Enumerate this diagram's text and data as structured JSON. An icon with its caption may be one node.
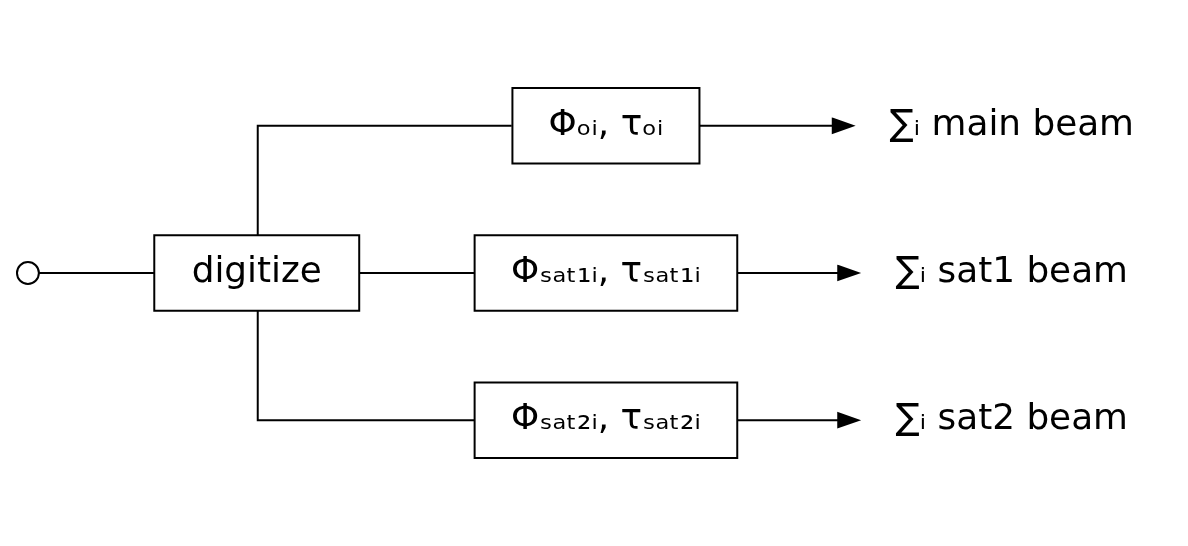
{
  "diagram": {
    "nodes": [
      {
        "text": [],
        "shape": "circle"
      },
      {
        "text": [
          "digitize"
        ]
      },
      {
        "text": [
          "Φₒᵢ, τₒᵢ"
        ]
      },
      {
        "text": [
          "Φₛₐₜ₁ᵢ, τₛₐₜ₁ᵢ"
        ]
      },
      {
        "text": [
          "Φₛₐₜ₂ᵢ, τₛₐₜ₂ᵢ"
        ]
      },
      {
        "text": [
          "∑ᵢ main beam"
        ]
      },
      {
        "text": [
          "∑ᵢ sat1 beam"
        ]
      },
      {
        "text": [
          "∑ᵢ sat2 beam"
        ]
      }
    ],
    "edges": [
      {
        "from": 0,
        "to": 1,
        "arrow": "none"
      },
      {
        "from": 1,
        "to": 2,
        "arrow": "none"
      },
      {
        "from": 1,
        "to": 3,
        "arrow": "none"
      },
      {
        "from": 1,
        "to": 4,
        "arrow": "none"
      },
      {
        "from": 2,
        "to": 5,
        "arrow": "to"
      },
      {
        "from": 3,
        "to": 6,
        "arrow": "to"
      },
      {
        "from": 4,
        "to": 7,
        "arrow": "to"
      }
    ]
  }
}
